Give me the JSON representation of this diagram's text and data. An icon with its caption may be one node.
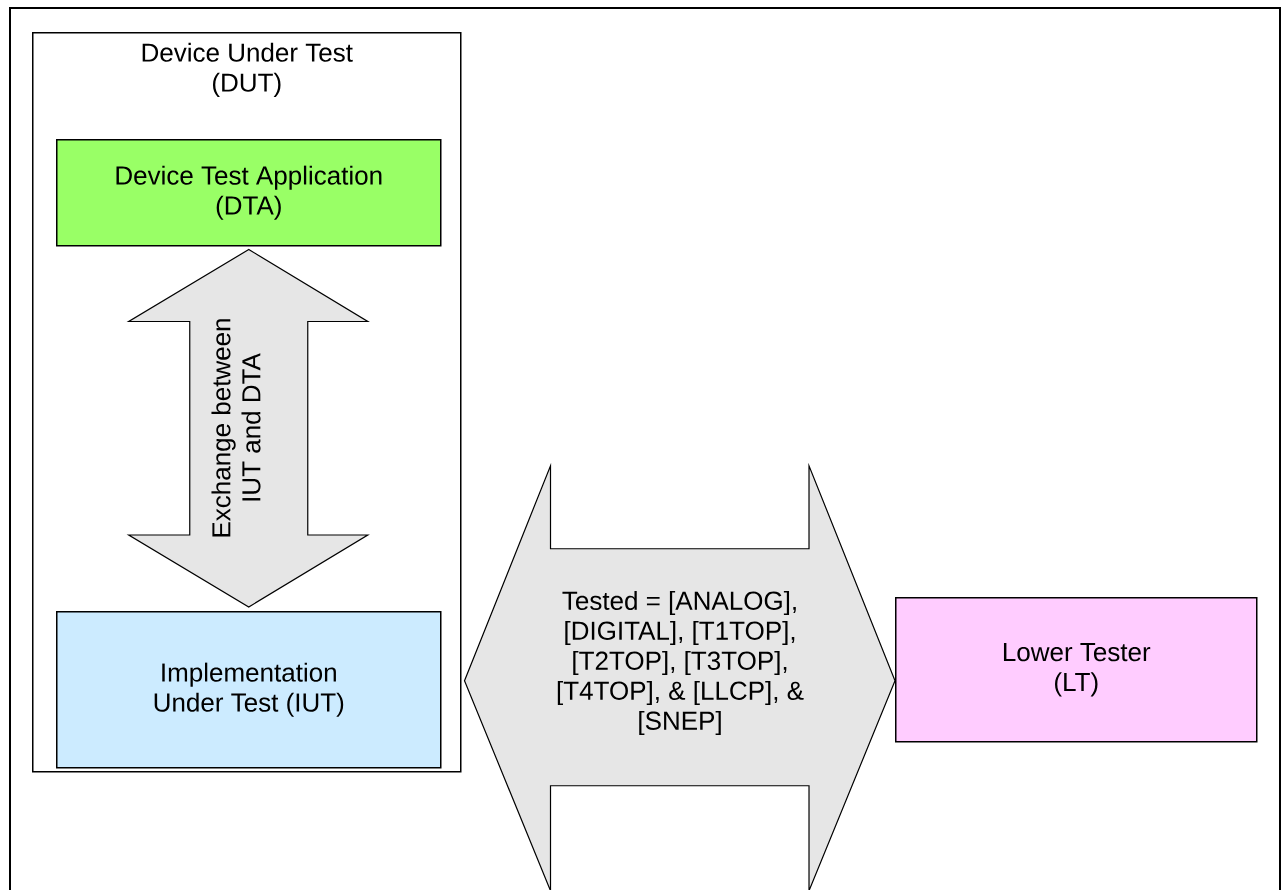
{
  "diagram": {
    "nodes": [
      {
        "text": [
          "Device Under Test (DUT)"
        ]
      },
      {
        "text": [
          "Device Test Application (DTA)"
        ],
        "in": 0
      },
      {
        "text": [
          "Implementation Under Test (IUT)"
        ],
        "in": 0
      },
      {
        "text": [
          "Lower Tester (LT)"
        ]
      }
    ],
    "edges": [
      {
        "from": 1,
        "to": 2,
        "arrow": "both",
        "label": "Exchange between IUT and DTA"
      },
      {
        "from": 2,
        "to": 3,
        "arrow": "both",
        "label": "Tested = [ANALOG], [DIGITAL], [T1TOP], [T2TOP], [T3TOP], [T4TOP], & [LLCP], & [SNEP]"
      }
    ]
  }
}
